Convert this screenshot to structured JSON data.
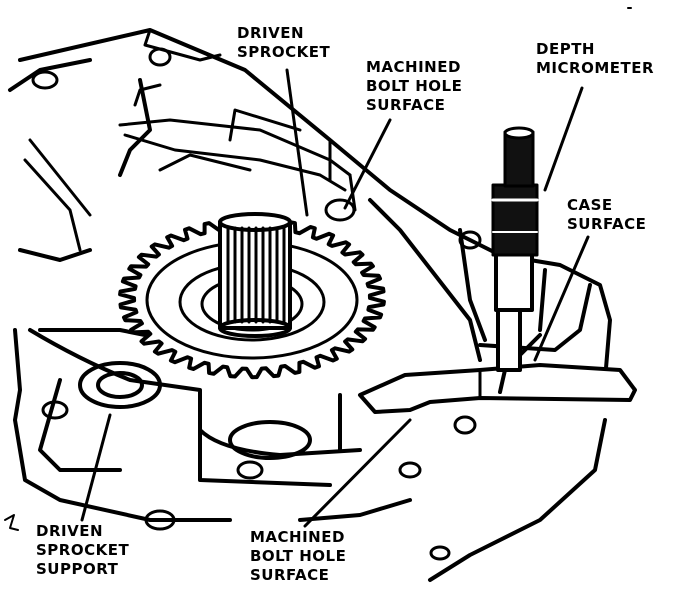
{
  "labels": {
    "driven_sprocket": [
      "DRIVEN",
      "SPROCKET"
    ],
    "machined_bolt_hole_surface_top": [
      "MACHINED",
      "BOLT HOLE",
      "SURFACE"
    ],
    "depth_micrometer": [
      "DEPTH",
      "MICROMETER"
    ],
    "case_surface": [
      "CASE",
      "SURFACE"
    ],
    "driven_sprocket_support": [
      "DRIVEN",
      "SPROCKET",
      "SUPPORT"
    ],
    "machined_bolt_hole_surface_bottom": [
      "MACHINED",
      "BOLT HOLE",
      "SURFACE"
    ]
  },
  "colors": {
    "ink": "#000000",
    "paper": "#ffffff"
  }
}
